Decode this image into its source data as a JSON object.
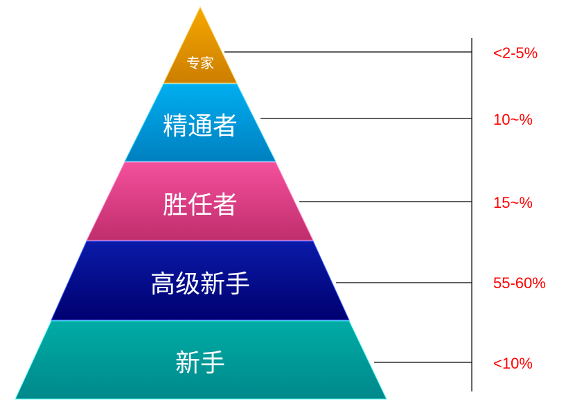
{
  "title": "Skill level pyramid",
  "levels": [
    {
      "label": "专家",
      "percent": "<2-5%",
      "color_top": "#f5a800",
      "color_bottom": "#cc7e00"
    },
    {
      "label": "精通者",
      "percent": "10~%",
      "color_top": "#00aef0",
      "color_bottom": "#0080c0"
    },
    {
      "label": "胜任者",
      "percent": "15~%",
      "color_top": "#f4509c",
      "color_bottom": "#c02e6c"
    },
    {
      "label": "高级新手",
      "percent": "55-60%",
      "color_top": "#0a1aa8",
      "color_bottom": "#000070"
    },
    {
      "label": "新手",
      "percent": "<10%",
      "color_top": "#00aca6",
      "color_bottom": "#00888a"
    }
  ],
  "percent_color": "#ff0000"
}
